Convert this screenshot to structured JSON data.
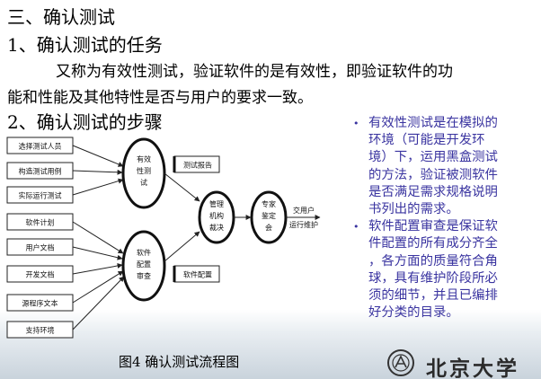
{
  "section_title": "三、确认测试",
  "heading1": "1、确认测试的任务",
  "paragraph": {
    "line1": "又称为有效性测试，验证软件的是有效性，即验证软件的功",
    "line2": "能和性能及其他特性是否与用户的要求一致。"
  },
  "heading2": "2、确认测试的步骤",
  "diagram": {
    "input_boxes": [
      "选择测试人员",
      "构造测试用例",
      "实际运行测试",
      "软件计划",
      "用户文档",
      "开发文档",
      "源程序文本",
      "支持环境"
    ],
    "node_validity": [
      "有效",
      "性测",
      "试"
    ],
    "node_config": [
      "软件",
      "配置",
      "审查"
    ],
    "node_manage": [
      "管理",
      "机构",
      "裁决"
    ],
    "node_expert": [
      "专家",
      "鉴定",
      "会"
    ],
    "doc_test_report": "测试报告",
    "doc_sw_config": "软件配置",
    "output_label1": "交用户",
    "output_label2": "运行维护"
  },
  "bullets": [
    {
      "lines": [
        "有效性测试是在模拟的",
        "环境（可能是开发环",
        "境）下，运用黑盒测试",
        "的方法，验证被测软件",
        "是否满足需求规格说明",
        "书列出的需求。"
      ]
    },
    {
      "lines": [
        "软件配置审查是保证软",
        "件配置的所有成分齐全",
        "，各方面的质量符合角",
        "球，具有维护阶段所必",
        "须的细节，并且已编排",
        "好分类的目录。"
      ]
    }
  ],
  "caption": "图4  确认测试流程图",
  "logo_text": "北京大学",
  "colors": {
    "bullet_text": "#3a34a0"
  }
}
